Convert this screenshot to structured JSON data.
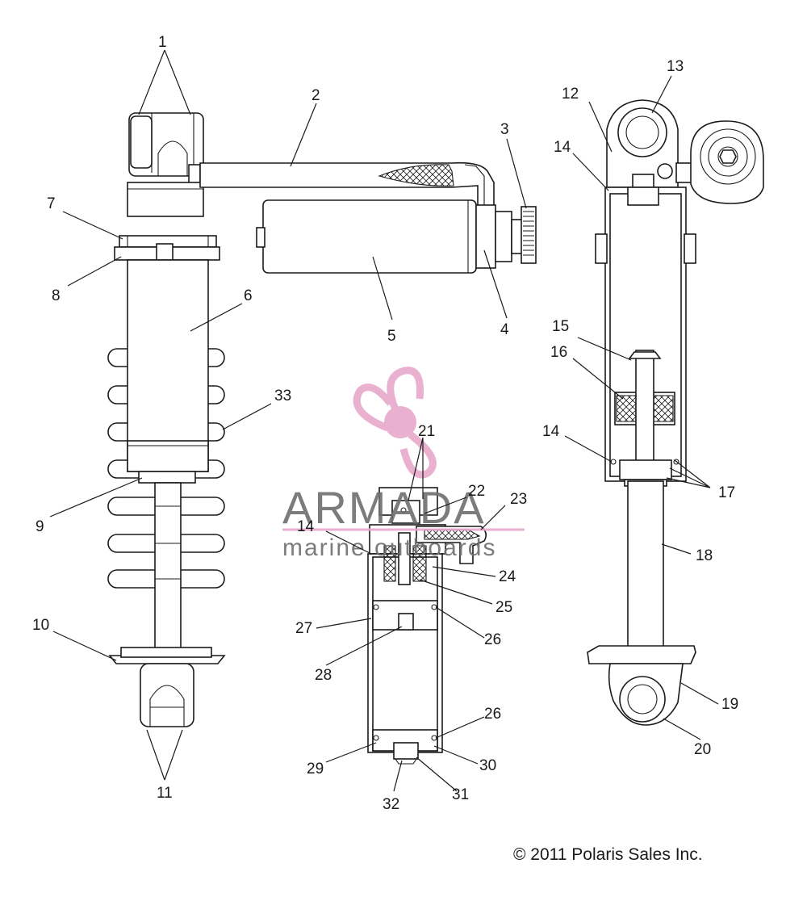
{
  "watermark": {
    "brand": "ARMADA",
    "tagline": "marine outboards",
    "brand_color": "#6e6e6e",
    "accent_color": "#e8a8cc"
  },
  "copyright": "© 2011 Polaris Sales Inc.",
  "callouts": [
    {
      "id": "1",
      "label": "1"
    },
    {
      "id": "2",
      "label": "2"
    },
    {
      "id": "3",
      "label": "3"
    },
    {
      "id": "4",
      "label": "4"
    },
    {
      "id": "5",
      "label": "5"
    },
    {
      "id": "6",
      "label": "6"
    },
    {
      "id": "7",
      "label": "7"
    },
    {
      "id": "8",
      "label": "8"
    },
    {
      "id": "9",
      "label": "9"
    },
    {
      "id": "10",
      "label": "10"
    },
    {
      "id": "11",
      "label": "11"
    },
    {
      "id": "12",
      "label": "12"
    },
    {
      "id": "13",
      "label": "13"
    },
    {
      "id": "14a",
      "label": "14"
    },
    {
      "id": "14b",
      "label": "14"
    },
    {
      "id": "14c",
      "label": "14"
    },
    {
      "id": "15",
      "label": "15"
    },
    {
      "id": "16",
      "label": "16"
    },
    {
      "id": "17",
      "label": "17"
    },
    {
      "id": "18",
      "label": "18"
    },
    {
      "id": "19",
      "label": "19"
    },
    {
      "id": "20",
      "label": "20"
    },
    {
      "id": "21",
      "label": "21"
    },
    {
      "id": "22",
      "label": "22"
    },
    {
      "id": "23",
      "label": "23"
    },
    {
      "id": "24",
      "label": "24"
    },
    {
      "id": "25",
      "label": "25"
    },
    {
      "id": "26a",
      "label": "26"
    },
    {
      "id": "26b",
      "label": "26"
    },
    {
      "id": "27",
      "label": "27"
    },
    {
      "id": "28",
      "label": "28"
    },
    {
      "id": "29",
      "label": "29"
    },
    {
      "id": "30",
      "label": "30"
    },
    {
      "id": "31",
      "label": "31"
    },
    {
      "id": "32",
      "label": "32"
    },
    {
      "id": "33",
      "label": "33"
    }
  ]
}
